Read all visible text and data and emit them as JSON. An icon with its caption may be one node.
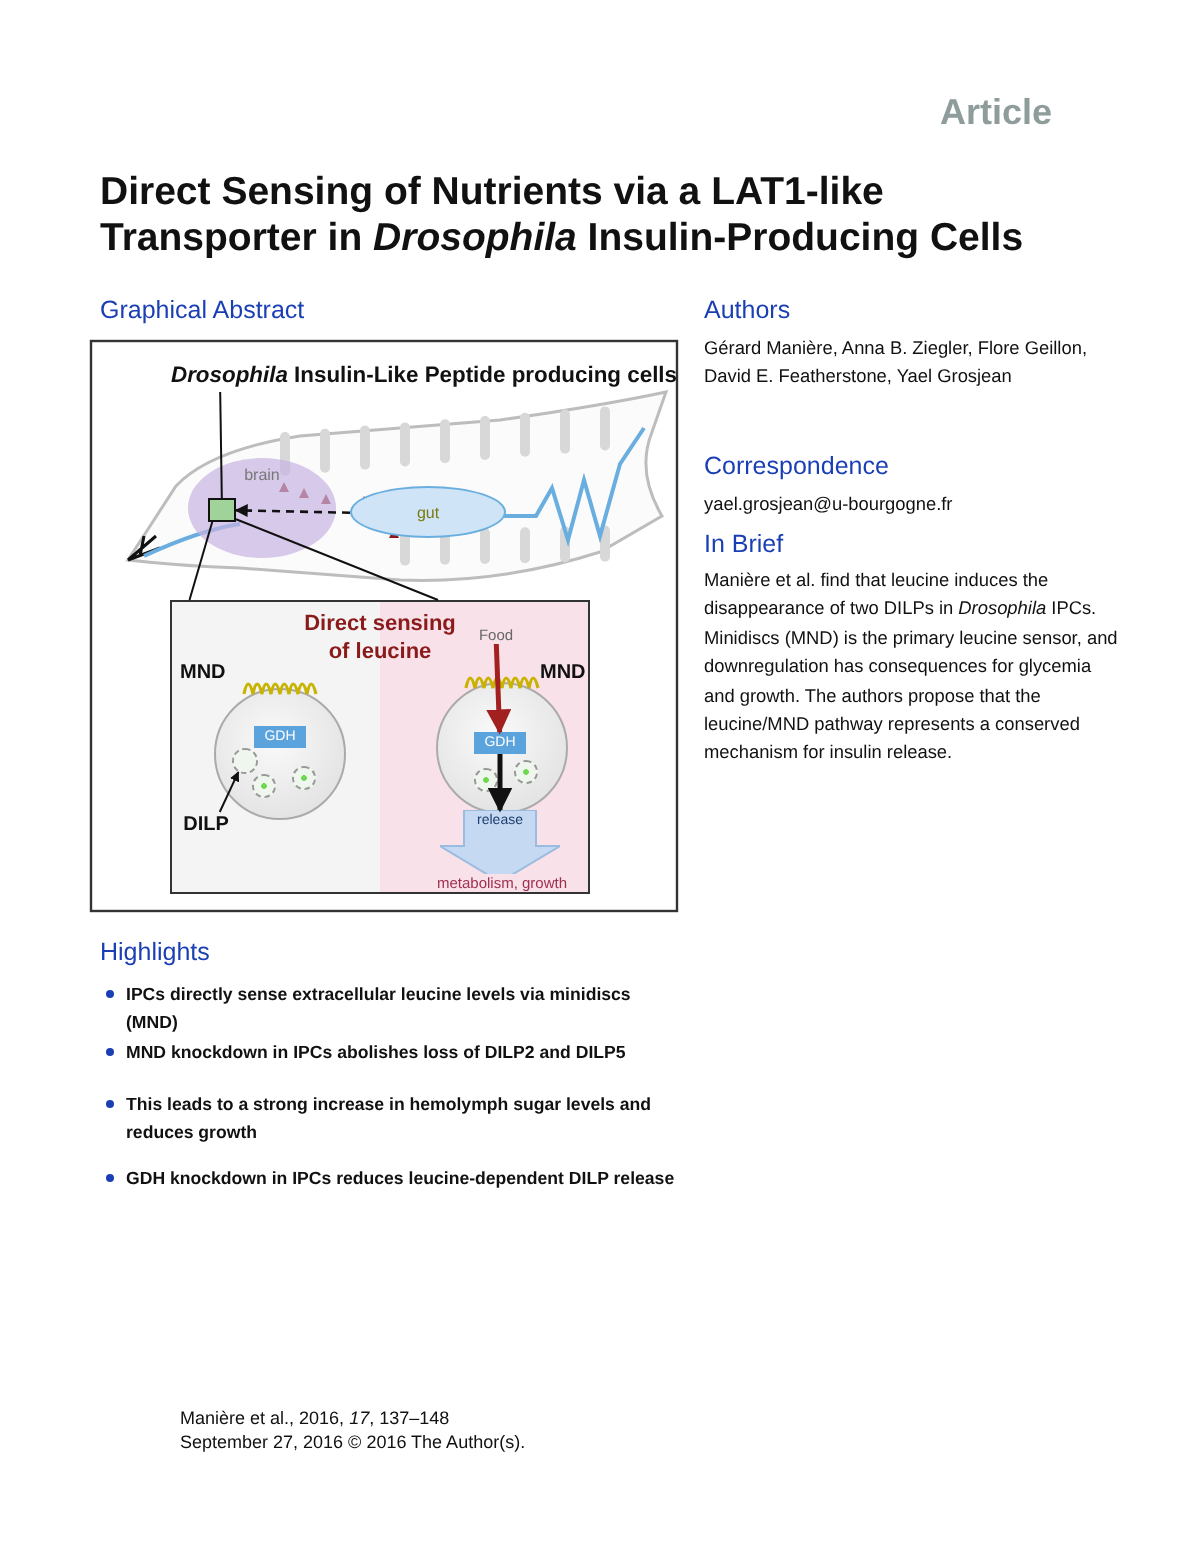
{
  "diagram": {
    "title": "Direct Sensing of Nutrients via a LAT1-like Transporter in *Drosophila* Insulin-Producing Cells",
    "nodes": [
      {
        "text": [
          "*Drosophila* Insulin-Like Peptide producing cells"
        ]
      },
      {
        "text": [
          "brain"
        ]
      },
      {
        "text": [
          "gut"
        ]
      },
      {
        "text": [],
        "shape": "box",
        "in": 1
      },
      {
        "text": [],
        "shape": "box"
      },
      {
        "text": [],
        "shape": "circle",
        "beside": [
          "MND"
        ],
        "in": 4
      },
      {
        "text": [
          "GDH"
        ],
        "in": 5
      },
      {
        "text": [
          "DILP"
        ],
        "in": 4
      },
      {
        "text": [],
        "shape": "circle",
        "in": 5
      },
      {
        "text": [
          "Food"
        ],
        "in": 4
      },
      {
        "text": [],
        "shape": "circle",
        "beside": [
          "MND"
        ],
        "in": 4
      },
      {
        "text": [
          "GDH"
        ],
        "in": 10
      },
      {
        "text": [
          "release"
        ],
        "in": 4
      }
    ],
    "edges": [
      {
        "from": 0,
        "to": 3,
        "arrow": "none"
      },
      {
        "from": 2,
        "to": 3,
        "arrow": "to",
        "style": "dashed"
      },
      {
        "from": 3,
        "to": 4,
        "arrow": "none"
      },
      {
        "from": 3,
        "to": 4,
        "arrow": "none"
      },
      {
        "from": 7,
        "to": 8,
        "arrow": "to"
      },
      {
        "from": 9,
        "to": 11,
        "arrow": "to",
        "style": "thick",
        "color": "#a32020"
      },
      {
        "from": 11,
        "to": 12,
        "arrow": "to",
        "style": "thick"
      }
    ],
    "labels": [
      "Article",
      "Graphical Abstract",
      "Authors",
      "Gérard Manière, Anna B. Ziegler, Flore Geillon, David E. Featherstone, Yael Grosjean",
      "Correspondence",
      "yael.grosjean@u-bourgogne.fr",
      "In Brief",
      "Manière et al. find that leucine induces the disappearance of two DILPs in *Drosophila* IPCs. Minidiscs (MND) is the primary leucine sensor, and downregulation has consequences for glycemia and growth. The authors propose that the leucine/MND pathway represents a conserved mechanism for insulin release.",
      "Direct sensing of leucine",
      "metabolism, growth",
      "Highlights",
      "IPCs directly sense extracellular leucine levels via minidiscs (MND)",
      "MND knockdown in IPCs abolishes loss of DILP2 and DILP5",
      "This leads to a strong increase in hemolymph sugar levels and reduces growth",
      "GDH knockdown in IPCs reduces leucine-dependent DILP release",
      "Manière et al., 2016, *17*, 137–148",
      "September 27, 2016 © 2016 The Author(s)."
    ]
  }
}
